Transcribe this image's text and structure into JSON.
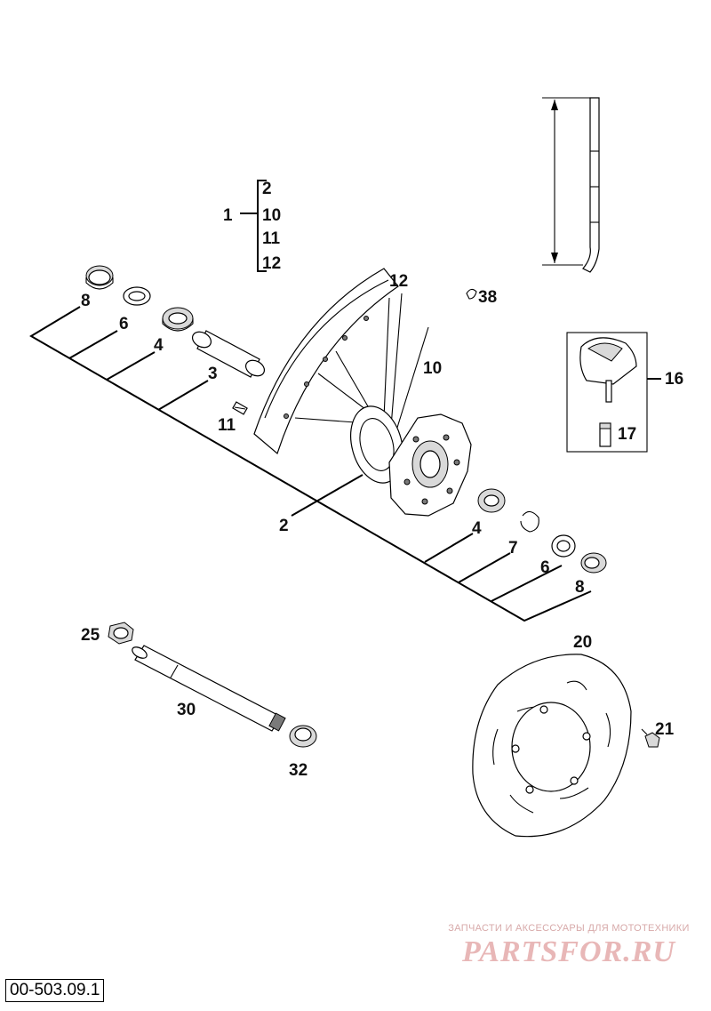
{
  "callouts": {
    "p1": "1",
    "p2_group": "2",
    "p10_group": "10",
    "p11_group": "11",
    "p12_group": "12",
    "p8_left": "8",
    "p6_left": "6",
    "p4_left": "4",
    "p3": "3",
    "p12_rim": "12",
    "p38": "38",
    "p10_spoke": "10",
    "p11_nipple": "11",
    "p2_hub": "2",
    "p16": "16",
    "p17": "17",
    "p4_right": "4",
    "p7": "7",
    "p6_right": "6",
    "p8_right": "8",
    "p25": "25",
    "p30": "30",
    "p32": "32",
    "p20": "20",
    "p21": "21"
  },
  "diagram_code": "00-503.09.1",
  "watermark": {
    "subtitle": "ЗАПЧАСТИ И АКСЕССУАРЫ ДЛЯ МОТОТЕХНИКИ",
    "logo": "PARTSFOR.RU"
  },
  "colors": {
    "lines": "#000000",
    "watermark": "#e8b7b7"
  }
}
